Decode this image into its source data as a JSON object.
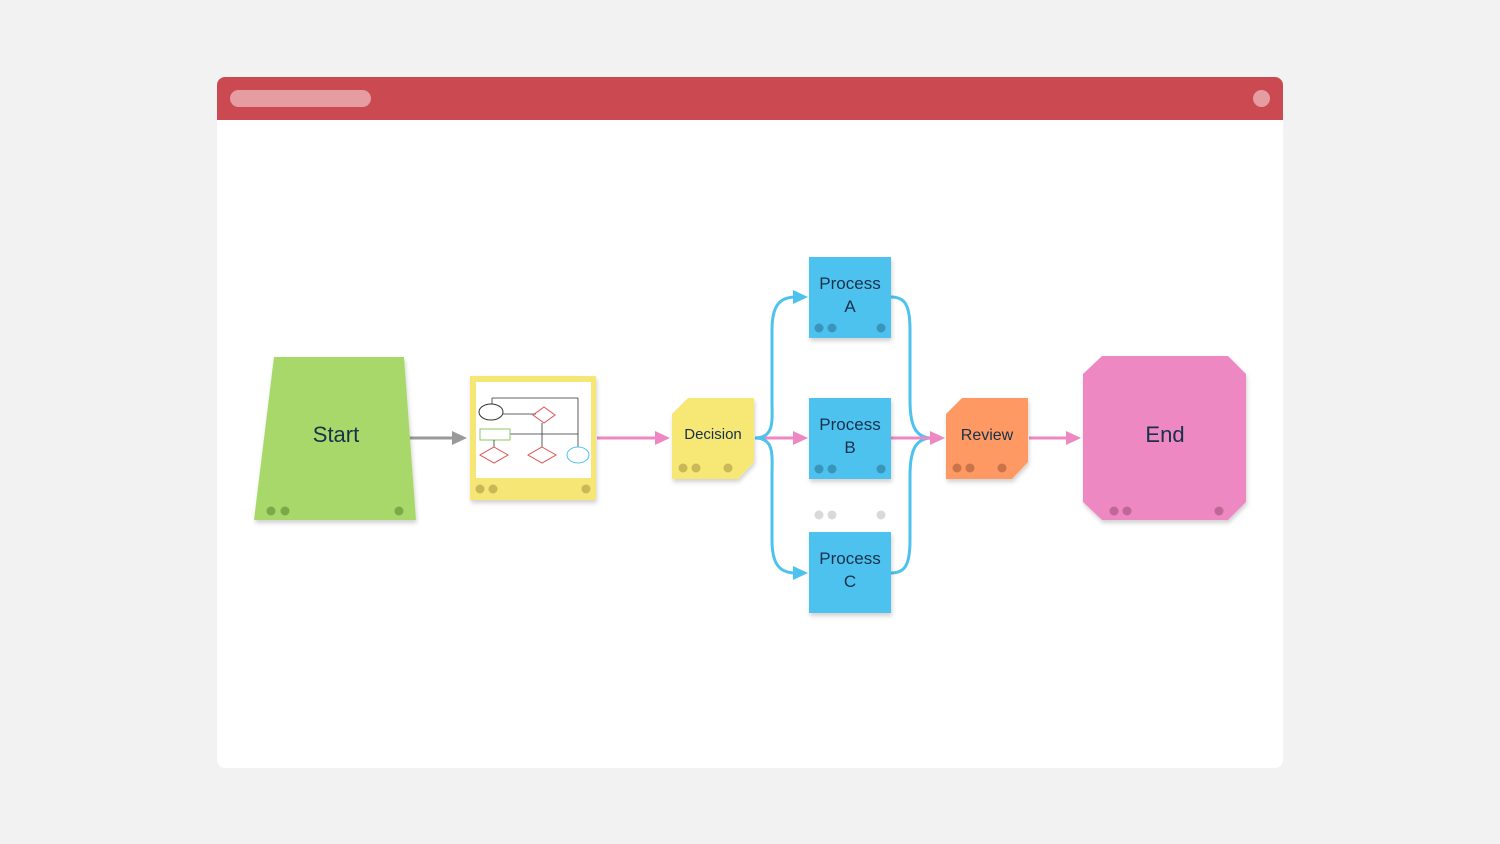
{
  "window": {
    "title_placeholder": "",
    "titlebar_color": "#cb4a52"
  },
  "nodes": {
    "start": {
      "label": "Start",
      "color": "#a8d86a",
      "shape": "trapezoid"
    },
    "diagram_card": {
      "label": "",
      "color": "#f6e676",
      "icon": "flowchart-thumbnail-icon"
    },
    "decision": {
      "label": "Decision",
      "color": "#f7e874",
      "shape": "sticky-note"
    },
    "process_a": {
      "line1": "Process",
      "line2": "A",
      "color": "#4ec2ee"
    },
    "process_b": {
      "line1": "Process",
      "line2": "B",
      "color": "#4ec2ee"
    },
    "process_c": {
      "line1": "Process",
      "line2": "C",
      "color": "#4ec2ee"
    },
    "review": {
      "label": "Review",
      "color": "#fe9963",
      "shape": "sticky-note"
    },
    "end": {
      "label": "End",
      "color": "#ee88c3",
      "shape": "octagon"
    }
  },
  "connectors": {
    "start_to_card": "#999999",
    "flow_pink": "#ee88c3",
    "branch_blue": "#4ec2ee"
  }
}
